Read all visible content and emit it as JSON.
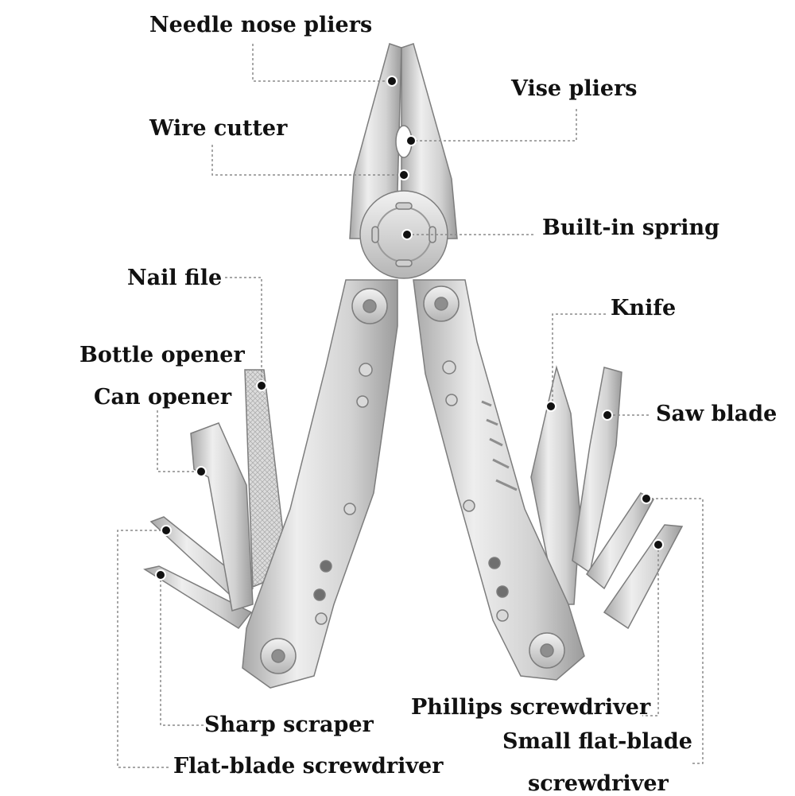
{
  "labels": {
    "needle_nose_pliers": "Needle nose pliers",
    "vise_pliers": "Vise pliers",
    "wire_cutter": "Wire cutter",
    "built_in_spring": "Built-in spring",
    "nail_file": "Nail file",
    "knife": "Knife",
    "bottle_opener": "Bottle opener",
    "can_opener": "Can opener",
    "saw_blade": "Saw blade",
    "phillips_screwdriver": "Phillips screwdriver",
    "sharp_scraper": "Sharp scraper",
    "small_flat_blade_line1": "Small flat-blade",
    "small_flat_blade_line2": "screwdriver",
    "flat_blade_screwdriver": "Flat-blade screwdriver"
  },
  "colors": {
    "label_text": "#111111",
    "leader_line": "#8a8a8a",
    "marker_dot": "#111111",
    "steel_light": "#eeeeee",
    "steel_mid": "#c9c9c9",
    "steel_dark": "#9a9a9a"
  }
}
